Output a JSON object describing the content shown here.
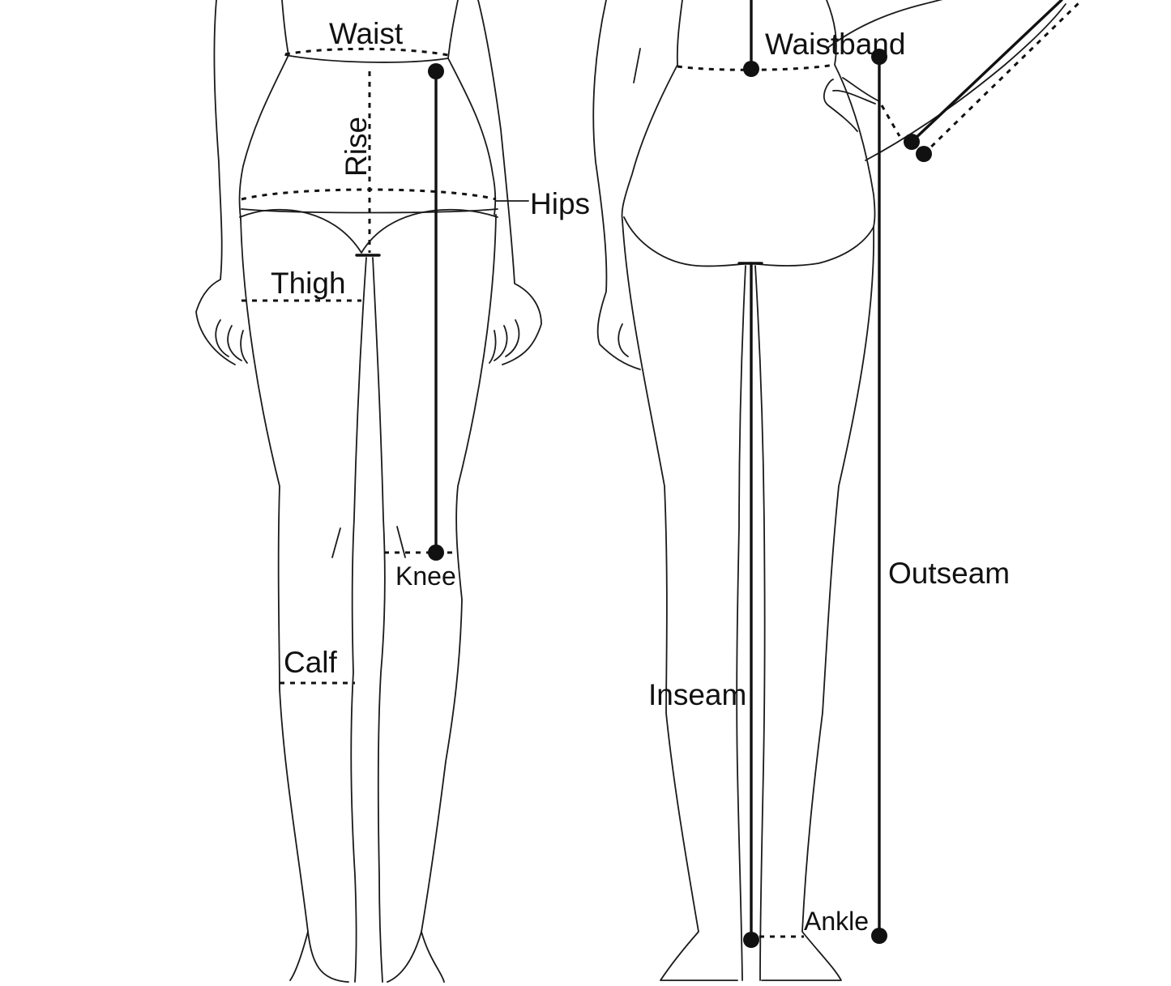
{
  "labels": {
    "waist": "Waist",
    "rise": "Rise",
    "hips": "Hips",
    "thigh": "Thigh",
    "knee": "Knee",
    "calf": "Calf",
    "waistband": "Waistband",
    "outseam": "Outseam",
    "inseam": "Inseam",
    "ankle": "Ankle"
  }
}
